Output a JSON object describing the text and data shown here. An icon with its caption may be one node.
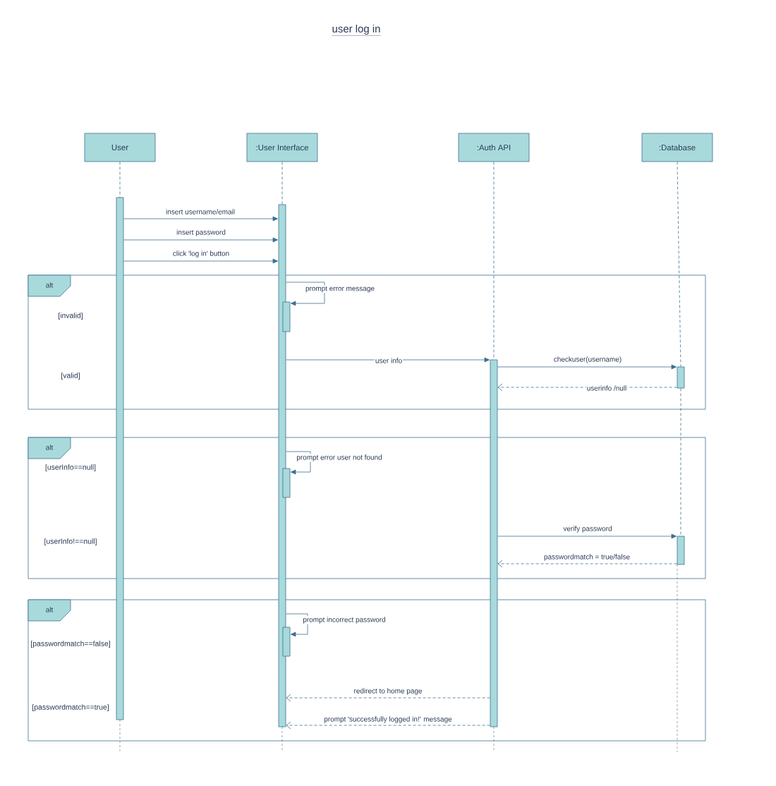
{
  "diagram": {
    "title": "user log in",
    "nodes": [
      {
        "text": [
          "User"
        ]
      },
      {
        "text": [
          ":User Interface"
        ]
      },
      {
        "text": [
          ":Auth API"
        ]
      },
      {
        "text": [
          ":Database"
        ]
      },
      {
        "text": [],
        "shape": "bar"
      },
      {
        "text": [],
        "shape": "bar"
      },
      {
        "text": [
          "alt"
        ]
      },
      {
        "text": [],
        "shape": "bar"
      },
      {
        "text": [],
        "shape": "bar"
      },
      {
        "text": [],
        "shape": "bar"
      },
      {
        "text": [
          "alt"
        ]
      },
      {
        "text": [],
        "shape": "bar"
      },
      {
        "text": [],
        "shape": "bar"
      },
      {
        "text": [
          "alt"
        ]
      },
      {
        "text": [],
        "shape": "bar"
      }
    ],
    "edges": [
      {
        "from": 4,
        "to": 5,
        "arrow": "to",
        "label": "insert username/email"
      },
      {
        "from": 4,
        "to": 5,
        "arrow": "to",
        "label": "insert password"
      },
      {
        "from": 4,
        "to": 5,
        "arrow": "to",
        "label": "click 'log in' button"
      },
      {
        "from": 5,
        "to": 7,
        "arrow": "to",
        "label": "prompt error message"
      },
      {
        "from": 5,
        "to": 8,
        "arrow": "to",
        "label": "user info"
      },
      {
        "from": 8,
        "to": 9,
        "arrow": "to",
        "label": "checkuser(username)"
      },
      {
        "from": 9,
        "to": 8,
        "arrow": "to",
        "label": "userinfo /null",
        "style": "dashed"
      },
      {
        "from": 5,
        "to": 11,
        "arrow": "to",
        "label": "prompt error user not found"
      },
      {
        "from": 8,
        "to": 12,
        "arrow": "to",
        "label": "verify password"
      },
      {
        "from": 12,
        "to": 8,
        "arrow": "to",
        "label": "passwordmatch = true/false",
        "style": "dashed"
      },
      {
        "from": 5,
        "to": 14,
        "arrow": "to",
        "label": "prompt incorrect password"
      },
      {
        "from": 8,
        "to": 5,
        "arrow": "to",
        "label": "redirect to home page",
        "style": "dashed"
      },
      {
        "from": 8,
        "to": 5,
        "arrow": "to",
        "label": "prompt 'successfully logged in!' message",
        "style": "dashed"
      },
      {
        "from": 0,
        "to": 4,
        "arrow": "none",
        "style": "dashed"
      },
      {
        "from": 1,
        "to": 5,
        "arrow": "none",
        "style": "dashed"
      },
      {
        "from": 2,
        "to": 8,
        "arrow": "none",
        "style": "dashed"
      },
      {
        "from": 3,
        "to": 9,
        "arrow": "none",
        "style": "dashed"
      },
      {
        "from": 9,
        "to": 12,
        "arrow": "none",
        "style": "dashed"
      }
    ],
    "labels": [
      "[invalid]",
      "[valid]",
      "[userInfo==null]",
      "[userInfo!==null]",
      "[passwordmatch==false]",
      "[passwordmatch==true]"
    ]
  }
}
